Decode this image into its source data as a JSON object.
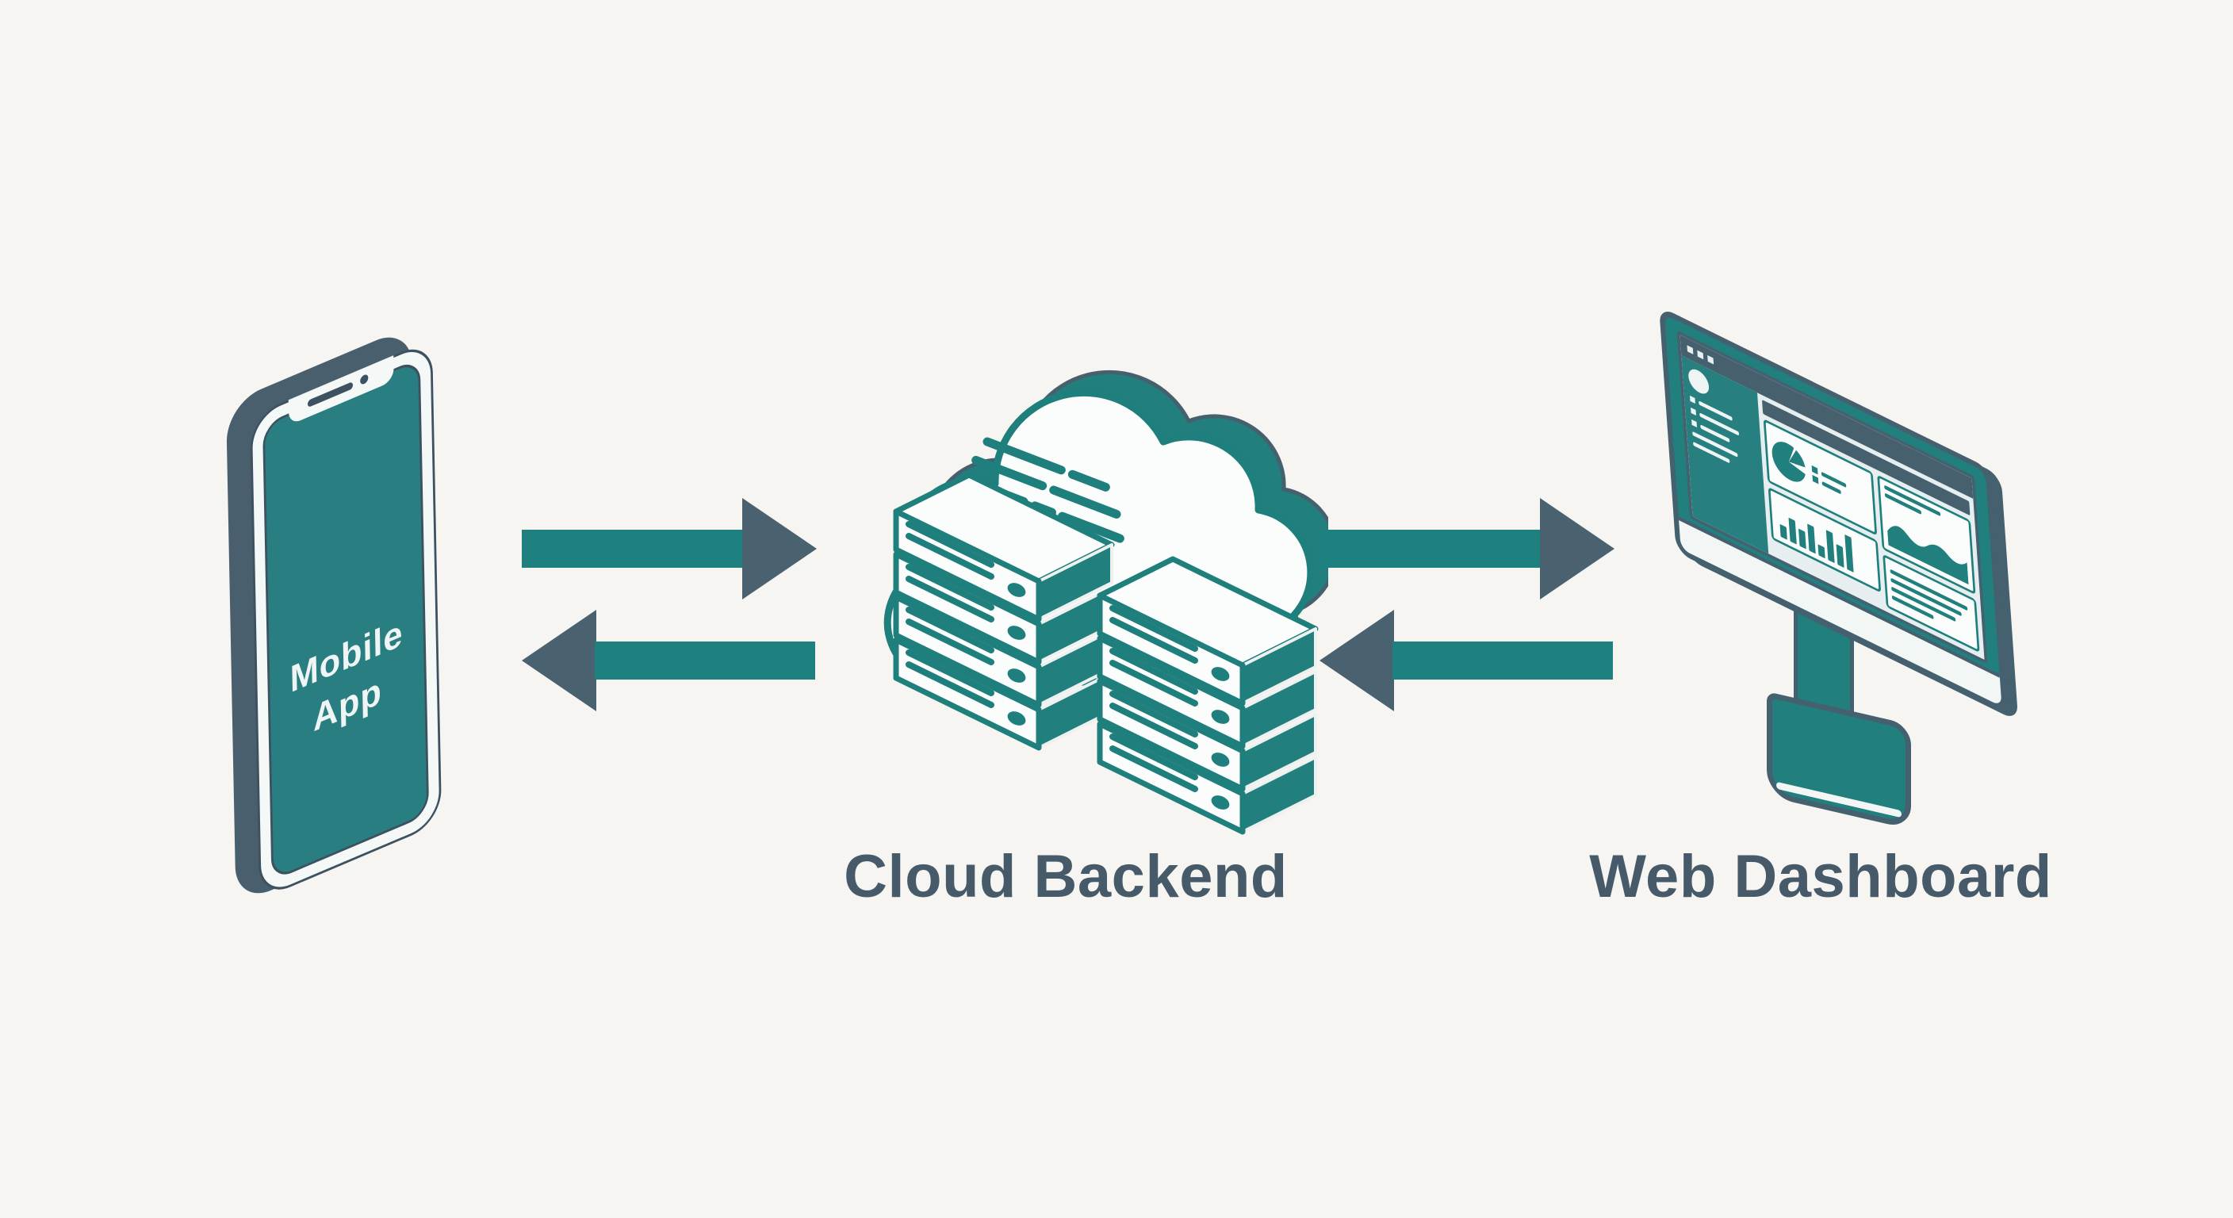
{
  "title": "Mobile App – Cloud Backend – Web Dashboard architecture diagram",
  "background_color": "#f7f5f2",
  "palette": {
    "teal": "#217f7e",
    "teal_stroke": "#1f7f7d",
    "slate": "#46606e",
    "arrow_shaft": "#1e8180",
    "arrow_head": "#4a6170",
    "label_text": "#475a6a",
    "surface_white": "#fbfdfd",
    "screen_light": "#e7eef0"
  },
  "diagram": {
    "nodes": [
      {
        "id": "mobile-app",
        "icon": "smartphone-icon",
        "label": "Mobile App",
        "label_location": "on-screen"
      },
      {
        "id": "cloud-backend",
        "icon": "cloud-servers-icon",
        "label": "Cloud Backend",
        "label_location": "below"
      },
      {
        "id": "web-dashboard",
        "icon": "desktop-monitor-icon",
        "label": "Web Dashboard",
        "label_location": "below"
      }
    ],
    "connections": [
      {
        "from": "mobile-app",
        "to": "cloud-backend",
        "direction": "bidirectional",
        "style": "paired-horizontal-arrows"
      },
      {
        "from": "cloud-backend",
        "to": "web-dashboard",
        "direction": "bidirectional",
        "style": "paired-horizontal-arrows"
      }
    ]
  }
}
